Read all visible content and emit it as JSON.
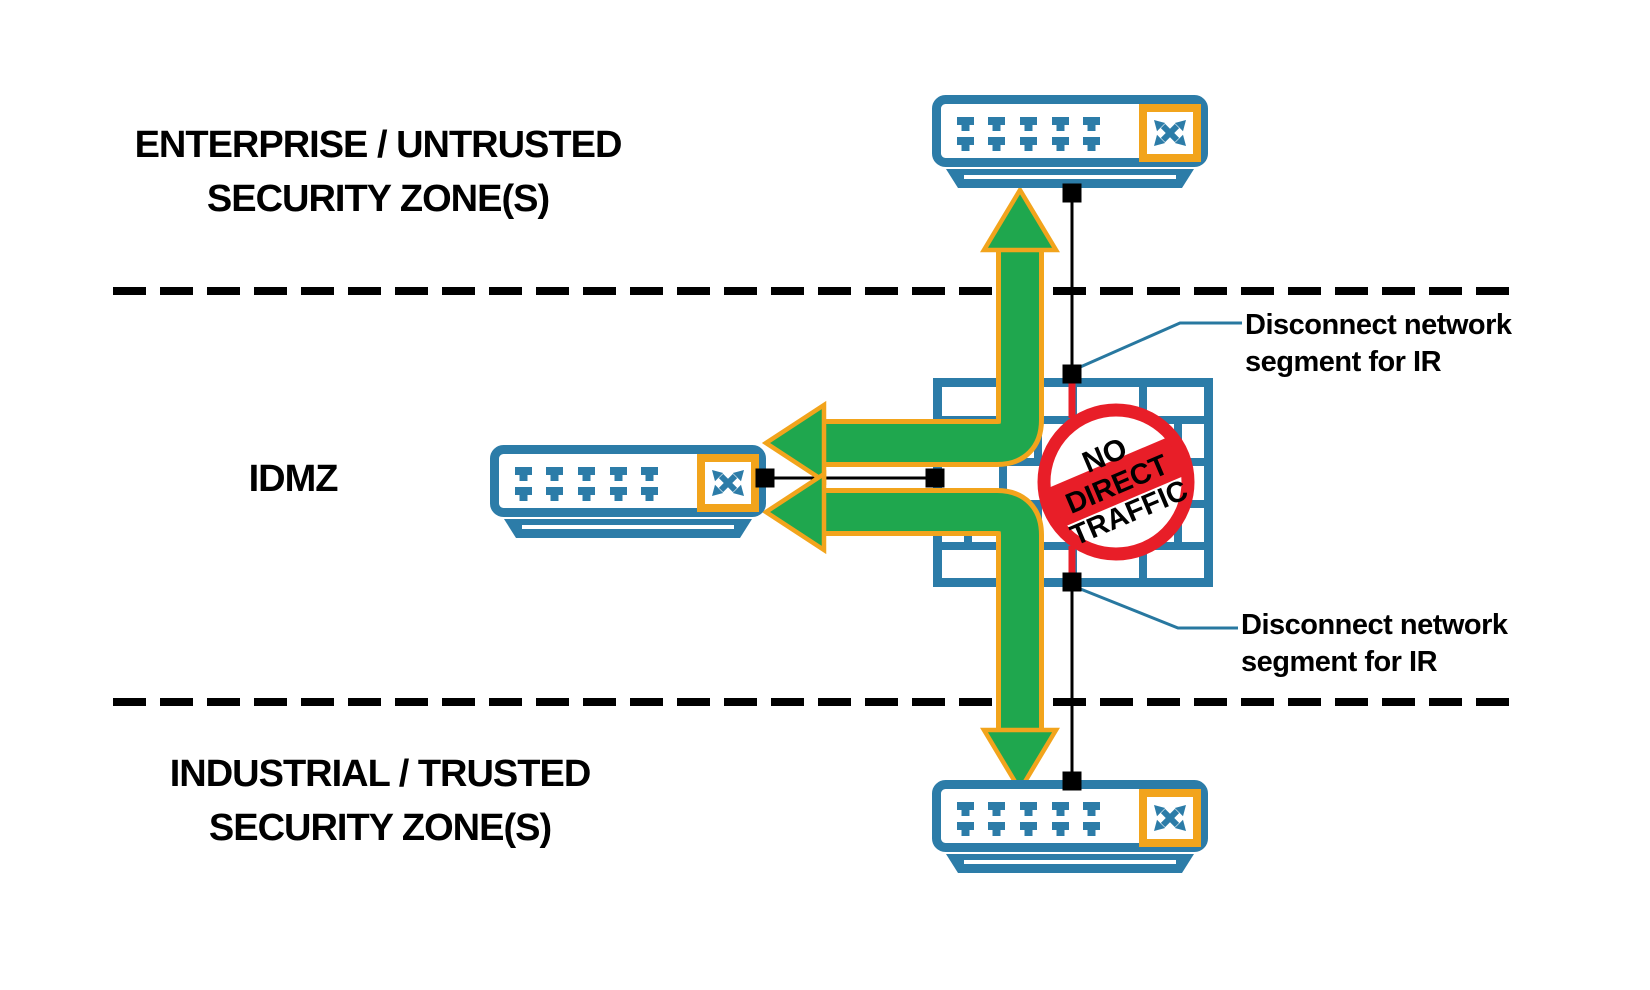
{
  "zones": {
    "enterprise": {
      "line1": "ENTERPRISE / UNTRUSTED",
      "line2": "SECURITY ZONE(S)"
    },
    "idmz": {
      "label": "IDMZ"
    },
    "industrial": {
      "line1": "INDUSTRIAL / TRUSTED",
      "line2": "SECURITY ZONE(S)"
    }
  },
  "callouts": {
    "top": {
      "line1": "Disconnect network",
      "line2": "segment for IR"
    },
    "bottom": {
      "line1": "Disconnect network",
      "line2": "segment for IR"
    }
  },
  "prohibition_sign": {
    "line1": "NO",
    "line2": "DIRECT",
    "line3": "TRAFFIC"
  },
  "devices": {
    "enterprise_switch": "network-switch",
    "idmz_switch": "network-switch",
    "industrial_switch": "network-switch",
    "firewall": "brick-wall-firewall"
  },
  "icons": {
    "switch_glyph": "crossed-double-arrows",
    "port_glyph": "ethernet-port",
    "connection_node": "black-square",
    "zone_boundary": "black-dashed-line",
    "traffic_flow": "green-elbow-arrow-double-headed",
    "prohibition": "red-circle-diagonal-band"
  },
  "colors": {
    "background": "#FFFFFF",
    "device_blue": "#2C7CA8",
    "arrow_green": "#1FA74E",
    "arrow_outline_orange": "#F2A41C",
    "alert_red": "#E81E28",
    "line_black": "#000000",
    "callout_line_blue": "#2878A0",
    "text_black": "#000000"
  }
}
